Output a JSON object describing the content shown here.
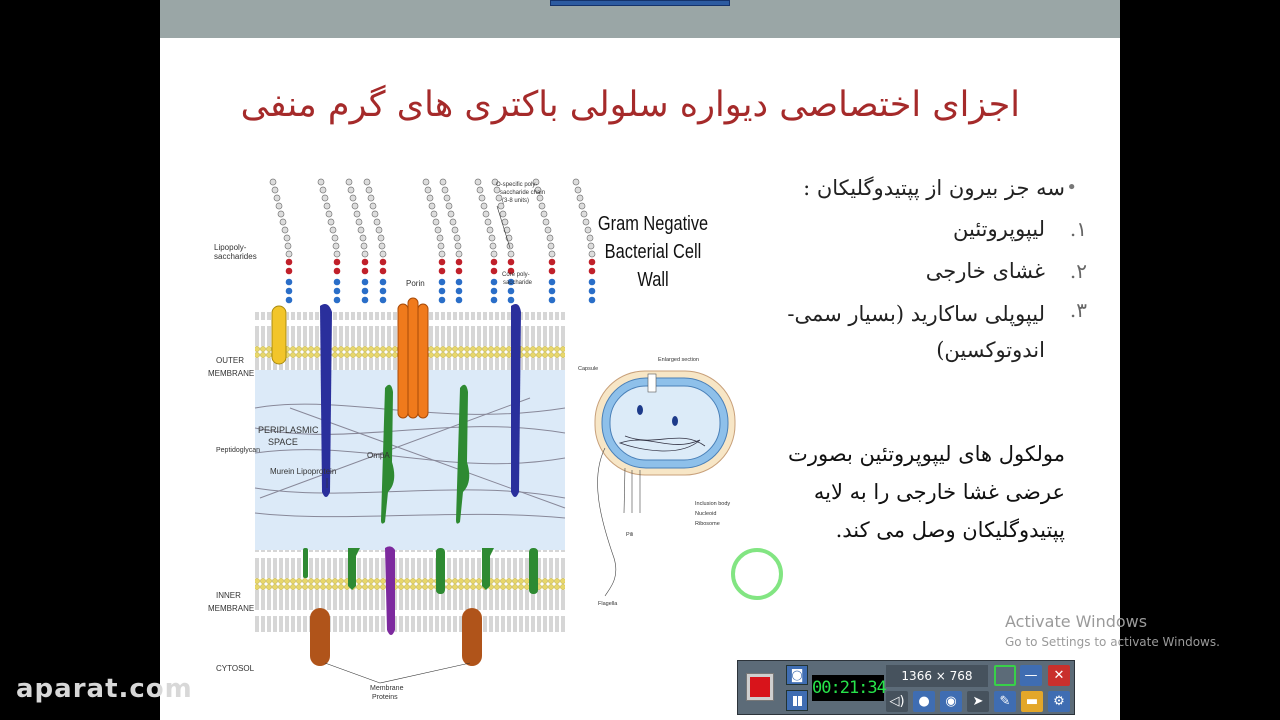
{
  "slide": {
    "title": "اجزای اختصاصی دیواره سلولی باکتری های گرم منفی",
    "diagram_title_line1": "Gram Negative",
    "diagram_title_line2": "Bacterial Cell Wall",
    "diagram_labels": {
      "lipopoly": "Lipopoly-",
      "saccharides": "saccharides",
      "outer": "OUTER",
      "membrane": "MEMBRANE",
      "periplasmic": "PERIPLASMIC",
      "space": "SPACE",
      "peptidoglycan": "Peptidoglycan",
      "murein": "Murein Lipoprotein",
      "ompa": "OmpA",
      "porin": "Porin",
      "o_specific_1": "O-specific poly-",
      "o_specific_2": "saccharide chain",
      "o_specific_3": "(3-8 units)",
      "core_1": "Core poly-",
      "core_2": "saccharide",
      "inner": "INNER",
      "cytosol": "CYTOSOL",
      "membrane_proteins_1": "Membrane",
      "membrane_proteins_2": "Proteins",
      "capsule": "Capsule",
      "enlarged": "Enlarged section",
      "inclusion": "Inclusion body",
      "nucleoid": "Nucleoid",
      "ribosome": "Ribosome",
      "pili": "Pili",
      "flagella": "Flagella"
    },
    "lead_bullet": "سه جز بیرون از پپتیدوگلیکان :",
    "list_items": [
      {
        "num": "۱.",
        "text": "لیپوپروتئین"
      },
      {
        "num": "۲.",
        "text": "غشای خارجی"
      },
      {
        "num": "۳.",
        "text": "لیپوپلی ساکارید (بسیار سمی- اندوتوکسین)"
      }
    ],
    "paragraph": "مولکول های لیپوپروتئین بصورت عرضی غشا خارجی را به لایه پپتیدوگلیکان وصل می کند."
  },
  "os_overlay": {
    "activate_title": "Activate Windows",
    "activate_sub": "Go to Settings to activate Windows."
  },
  "watermark": "aparat.com",
  "recorder": {
    "timer": "00:21:34",
    "resolution": "1366 × 768",
    "icons": [
      "record-icon",
      "camera-icon",
      "pause-icon",
      "mic-icon",
      "webcam-icon",
      "cursor-icon",
      "pen-icon",
      "folder-icon",
      "settings-icon",
      "rectangle-icon",
      "minimize-icon",
      "close-icon"
    ]
  },
  "colors": {
    "title": "#a52a2a",
    "slide_bg": "#ffffff",
    "topbar": "#9aa6a6",
    "timer_text": "#27e34a",
    "cursor_ring": "#6ce06c"
  }
}
